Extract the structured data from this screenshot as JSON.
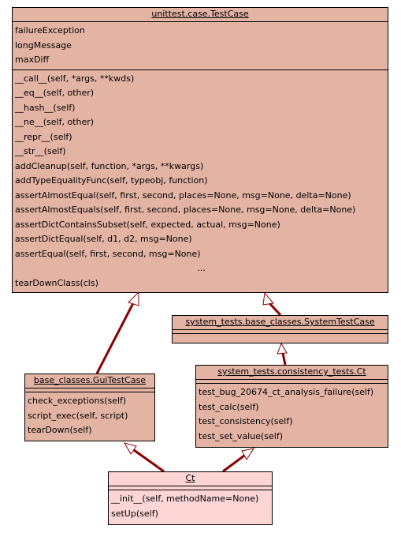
{
  "classes": {
    "testcase": {
      "name": "unittest.case.TestCase",
      "attributes": [
        "failureException",
        "longMessage",
        "maxDiff"
      ],
      "methods": [
        "__call__(self, *args, **kwds)",
        "__eq__(self, other)",
        "__hash__(self)",
        "__ne__(self, other)",
        "__repr__(self)",
        "__str__(self)",
        "addCleanup(self, function, *args, **kwargs)",
        "addTypeEqualityFunc(self, typeobj, function)",
        "assertAlmostEqual(self, first, second, places=None, msg=None, delta=None)",
        "assertAlmostEquals(self, first, second, places=None, msg=None, delta=None)",
        "assertDictContainsSubset(self, expected, actual, msg=None)",
        "assertDictEqual(self, d1, d2, msg=None)",
        "assertEqual(self, first, second, msg=None)"
      ],
      "ellipsis": "...",
      "last_method": "tearDownClass(cls)"
    },
    "systemtestcase": {
      "name": "system_tests.base_classes.SystemTestCase"
    },
    "guitestcase": {
      "name": "base_classes.GuiTestCase",
      "methods": [
        "check_exceptions(self)",
        "script_exec(self, script)",
        "tearDown(self)"
      ]
    },
    "consistency": {
      "name": "system_tests.consistency_tests.Ct",
      "methods": [
        "test_bug_20674_ct_analysis_failure(self)",
        "test_calc(self)",
        "test_consistency(self)",
        "test_set_value(self)"
      ]
    },
    "ct": {
      "name": "Ct",
      "methods": [
        "__init__(self, methodName=None)",
        "setUp(self)"
      ]
    }
  },
  "colors": {
    "class_fill": "#e3b3a3",
    "leaf_fill": "#fdd5d5",
    "edge": "#8b0000"
  }
}
